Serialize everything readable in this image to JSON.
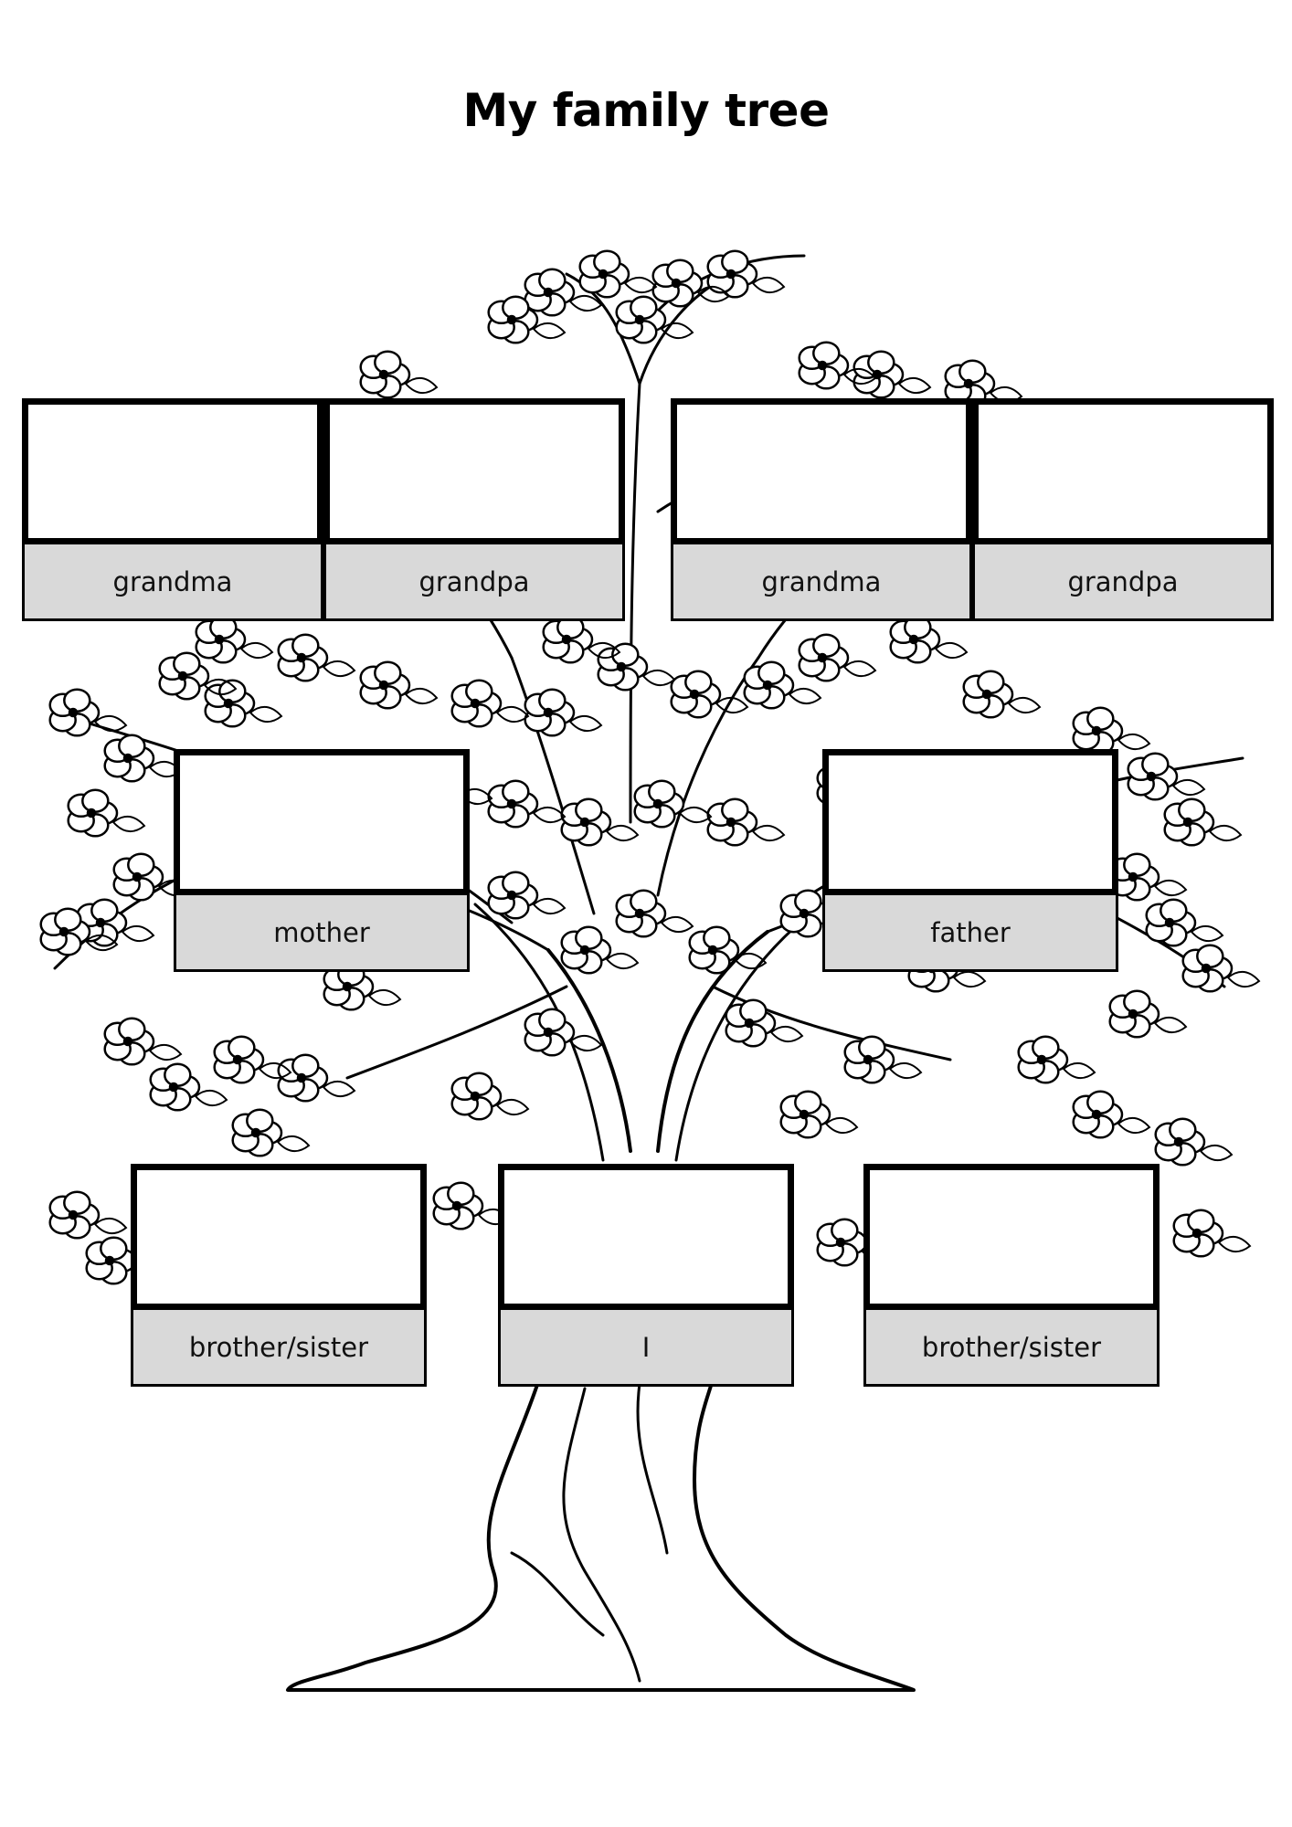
{
  "title": "My family tree",
  "grandparents": [
    {
      "role": "grandma"
    },
    {
      "role": "grandpa"
    },
    {
      "role": "grandma"
    },
    {
      "role": "grandpa"
    }
  ],
  "parents": [
    {
      "role": "mother"
    },
    {
      "role": "father"
    }
  ],
  "children": [
    {
      "role": "brother/sister"
    },
    {
      "role": "I"
    },
    {
      "role": "brother/sister"
    }
  ],
  "illustration": {
    "icon": "blossom-tree-icon",
    "stroke_color": "#000000",
    "label_fill": "#d9d9d9"
  }
}
